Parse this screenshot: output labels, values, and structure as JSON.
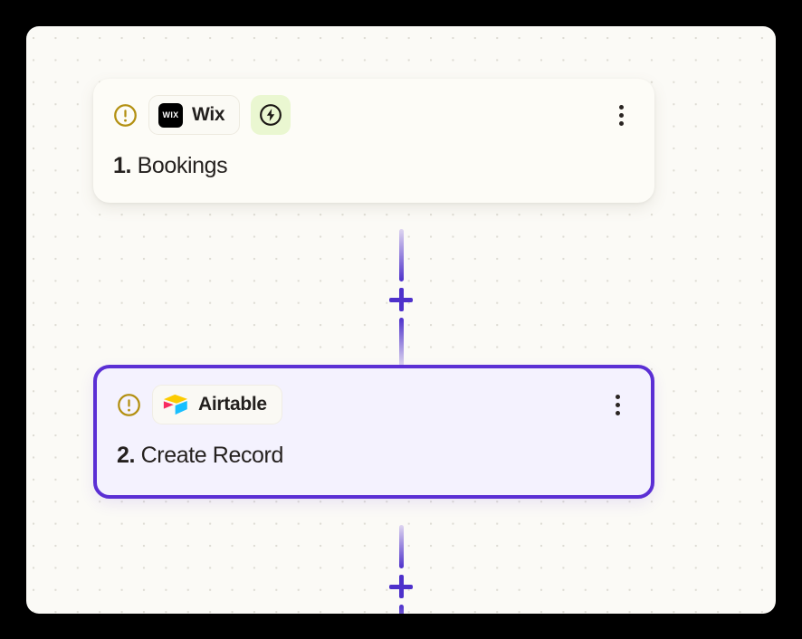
{
  "canvas": {
    "background_color": "#FBFAF6",
    "dot_color": "#DEDCD4",
    "frame_color": "#000000"
  },
  "theme": {
    "accent": "#5B2FD4",
    "connector": "#4E31CB",
    "warning": "#B39012",
    "trigger_badge_bg": "#EAF7D1",
    "card1_bg": "#FDFCF7",
    "card2_bg": "#F4F2FE"
  },
  "nodes": [
    {
      "id": "node-1",
      "index_label": "1.",
      "title": "Bookings",
      "app_name": "Wix",
      "app_mark_text": "WIX",
      "app_icon": "wix-logo-icon",
      "warning_icon": "warning-circle-icon",
      "trigger_icon": "lightning-bolt-icon",
      "menu_icon": "kebab-menu-icon",
      "has_trigger_badge": true,
      "selected": false
    },
    {
      "id": "node-2",
      "index_label": "2.",
      "title": "Create Record",
      "app_name": "Airtable",
      "app_icon": "airtable-logo-icon",
      "warning_icon": "warning-circle-icon",
      "menu_icon": "kebab-menu-icon",
      "has_trigger_badge": false,
      "selected": true
    }
  ],
  "connectors": [
    {
      "id": "connector-1",
      "add_icon": "plus-icon",
      "add_label": "+"
    },
    {
      "id": "connector-2",
      "add_icon": "plus-icon",
      "add_label": "+"
    }
  ]
}
